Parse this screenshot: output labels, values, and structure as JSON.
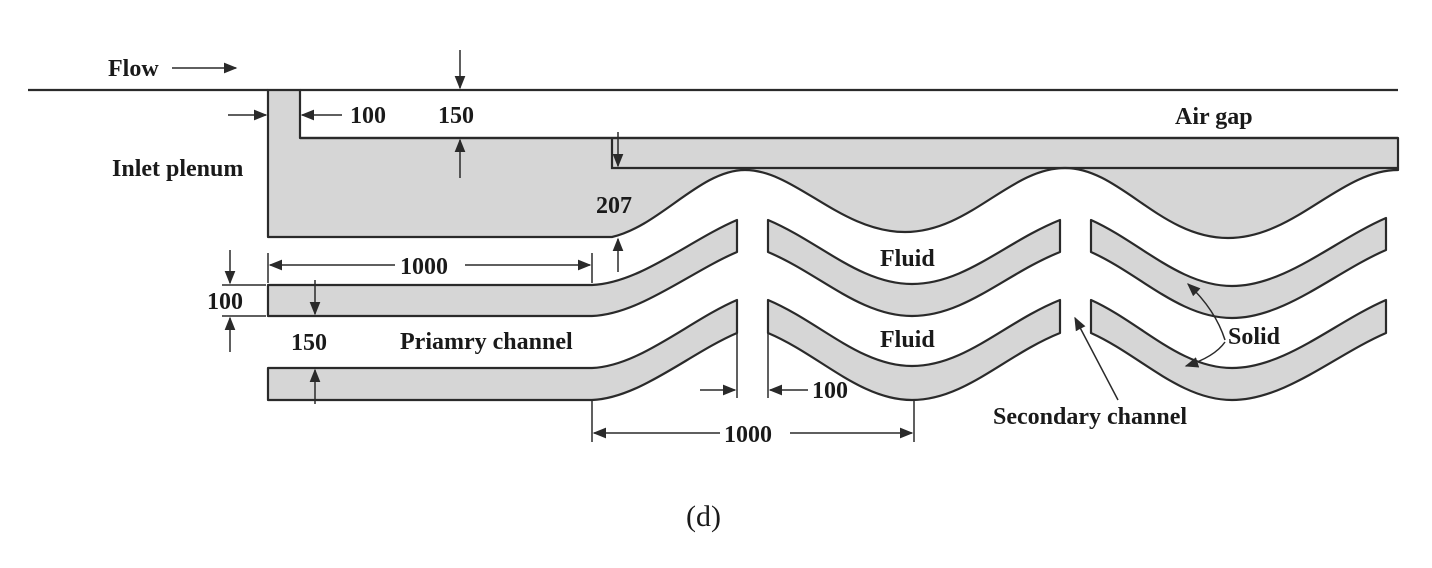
{
  "labels": {
    "flow": "Flow",
    "air_gap": "Air gap",
    "inlet_plenum": "Inlet plenum",
    "fluid_upper": "Fluid",
    "fluid_lower": "Fluid",
    "solid": "Solid",
    "primary_channel": "Priamry channel",
    "secondary_channel": "Secondary channel",
    "caption": "(d)"
  },
  "dimensions": {
    "gap_width": "100",
    "air_gap_height": "150",
    "plenum_offset": "207",
    "straight_length": "1000",
    "plate_thickness": "100",
    "channel_height": "150",
    "slot_width": "100",
    "wave_period": "1000"
  },
  "colors": {
    "solid_fill": "#d6d6d6",
    "line": "#2a2a2a"
  }
}
